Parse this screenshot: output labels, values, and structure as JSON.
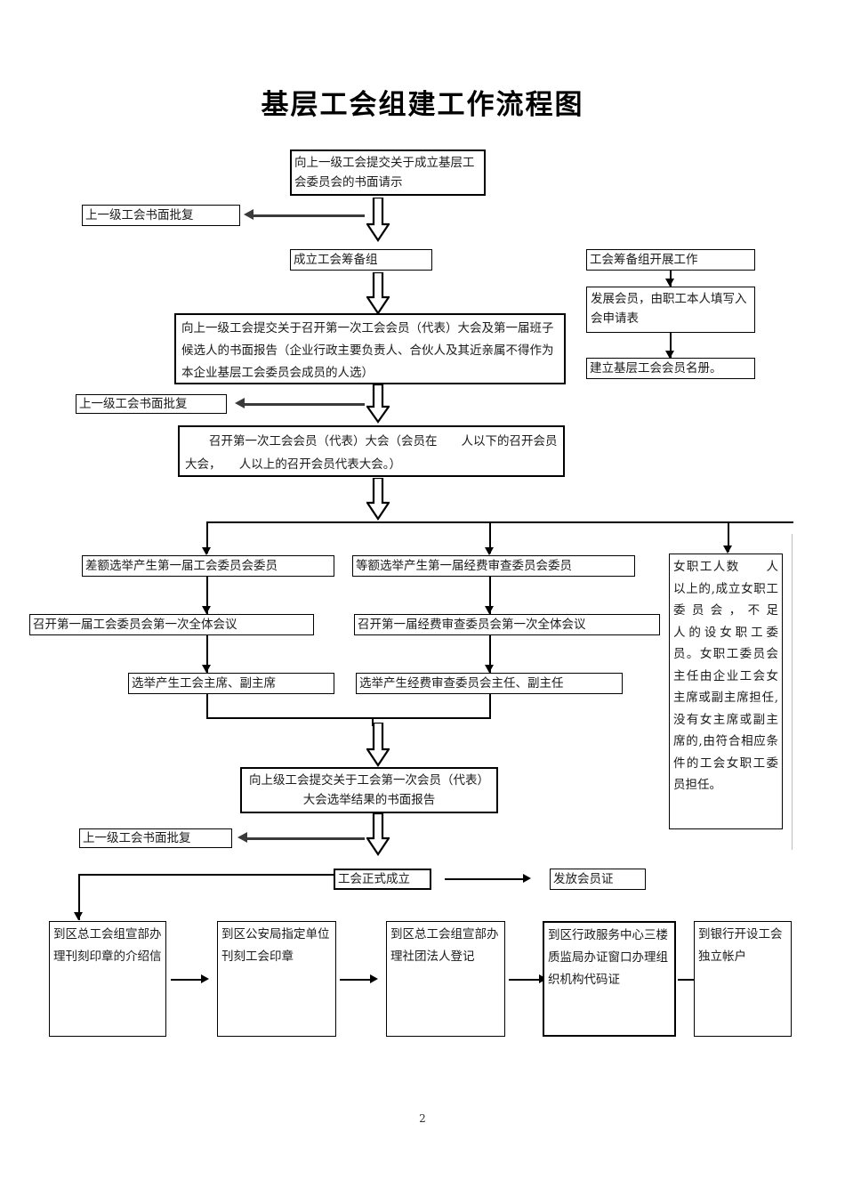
{
  "document": {
    "title": "基层工会组建工作流程图",
    "page_number": "2"
  },
  "nodes": {
    "n1_request": "向上一级工会提交关于成立基层工会委员会的书面请示",
    "n2_reply1": "上一级工会书面批复",
    "n3_prep_group": "成立工会筹备组",
    "n4_report": "向上一级工会提交关于召开第一次工会会员（代表）大会及第一届班子候选人的书面报告（企业行政主要负责人、合伙人及其近亲属不得作为本企业基层工会委员会成员的人选）",
    "n5_reply2": "上一级工会书面批复",
    "n6_congress": "　　召开第一次工会会员（代表）大会（会员在　　人以下的召开会员大会，　　人以上的召开会员代表大会。）",
    "n7_prep_work": "工会筹备组开展工作",
    "n8_develop_members": "发展会员，由职工本人填写入会申请表",
    "n9_roster": "建立基层工会会员名册。",
    "n10_elect_committee": "差额选举产生第一届工会委员会委员",
    "n11_first_plenary": "召开第一届工会委员会第一次全体会议",
    "n12_elect_chair": "选举产生工会主席、副主席",
    "n13_elect_audit": "等额选举产生第一届经费审查委员会委员",
    "n14_audit_plenary": "召开第一届经费审查委员会第一次全体会议",
    "n15_elect_audit_chair": "选举产生经费审查委员会主任、副主任",
    "n16_women_committee": "女职工人数　　人以上的,成立女职工委员会，不足　　人的设女职工委员。女职工委员会主任由企业工会女主席或副主席担任,没有女主席或副主席的,由符合相应条件的工会女职工委员担任。",
    "n17_result_report": "向上级工会提交关于工会第一次会员（代表）大会选举结果的书面报告",
    "n18_reply3": "上一级工会书面批复",
    "n19_established": "工会正式成立",
    "n20_issue_cards": "发放会员证",
    "n21_step1": "到区总工会组宣部办理刊刻印章的介绍信",
    "n22_step2": "到区公安局指定单位刊刻工会印章",
    "n23_step3": "到区总工会组宣部办理社团法人登记",
    "n24_step4": "到区行政服务中心三楼质监局办证窗口办理组织机构代码证",
    "n25_step5": "到银行开设工会独立帐户"
  },
  "colors": {
    "line": "#000000",
    "shaft": "#3a3a3a",
    "text": "#1a1a1a",
    "background": "#ffffff"
  },
  "icons": {
    "block_arrow_down": "block-arrow-down-icon",
    "arrow_down": "arrow-down-icon",
    "arrow_right": "arrow-right-icon",
    "arrow_left": "arrow-left-icon"
  }
}
